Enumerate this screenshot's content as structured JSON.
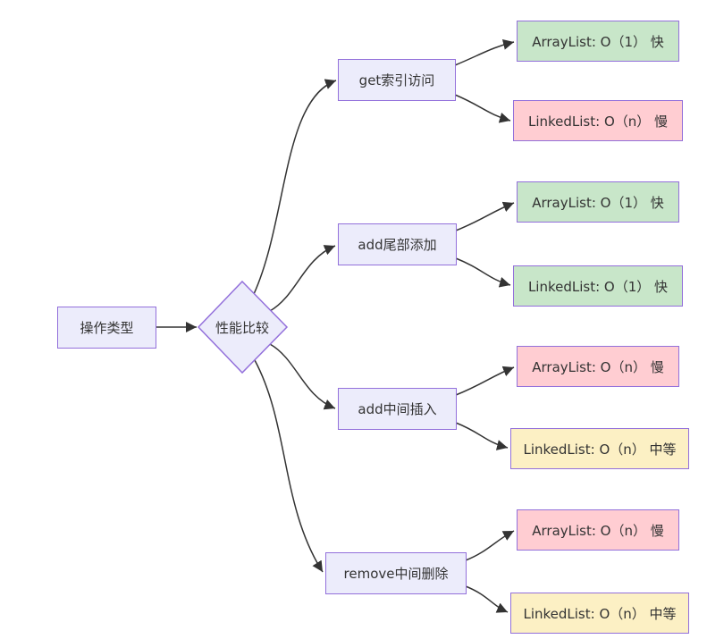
{
  "diagram": {
    "root": {
      "label": "操作类型"
    },
    "decision": {
      "label": "性能比较"
    },
    "groups": [
      {
        "operation": "get索引访问",
        "results": [
          {
            "label": "ArrayList: O（1） 快",
            "type": "fast"
          },
          {
            "label": "LinkedList: O（n） 慢",
            "type": "slow"
          }
        ]
      },
      {
        "operation": "add尾部添加",
        "results": [
          {
            "label": "ArrayList: O（1） 快",
            "type": "fast"
          },
          {
            "label": "LinkedList: O（1） 快",
            "type": "fast"
          }
        ]
      },
      {
        "operation": "add中间插入",
        "results": [
          {
            "label": "ArrayList: O（n） 慢",
            "type": "slow"
          },
          {
            "label": "LinkedList: O（n） 中等",
            "type": "medium"
          }
        ]
      },
      {
        "operation": "remove中间删除",
        "results": [
          {
            "label": "ArrayList: O（n） 慢",
            "type": "slow"
          },
          {
            "label": "LinkedList: O（n） 中等",
            "type": "medium"
          }
        ]
      }
    ],
    "edges": [
      {
        "from": "root",
        "to": "decision"
      },
      {
        "from": "decision",
        "to": "op-0"
      },
      {
        "from": "decision",
        "to": "op-1"
      },
      {
        "from": "decision",
        "to": "op-2"
      },
      {
        "from": "decision",
        "to": "op-3"
      },
      {
        "from": "op-0",
        "to": "r-0-0"
      },
      {
        "from": "op-0",
        "to": "r-0-1"
      },
      {
        "from": "op-1",
        "to": "r-1-0"
      },
      {
        "from": "op-1",
        "to": "r-1-1"
      },
      {
        "from": "op-2",
        "to": "r-2-0"
      },
      {
        "from": "op-2",
        "to": "r-2-1"
      },
      {
        "from": "op-3",
        "to": "r-3-0"
      },
      {
        "from": "op-3",
        "to": "r-3-1"
      }
    ],
    "colors": {
      "fast_bg": "#c8e6c9",
      "slow_bg": "#ffcdd2",
      "medium_bg": "#fcf0c4",
      "node_bg": "#ececfb",
      "node_border": "#9370db",
      "edge": "#333333",
      "text": "#333333",
      "background": "#ffffff"
    }
  }
}
